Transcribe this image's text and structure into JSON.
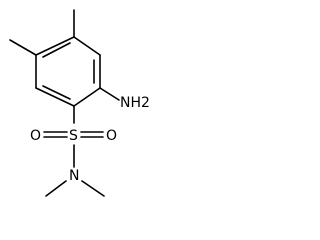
{
  "molecule": {
    "atoms": {
      "amino": "NH2",
      "sulfur": "S",
      "oxygen_left": "O",
      "oxygen_right": "O",
      "nitrogen_amide": "N"
    }
  },
  "colors": {
    "background": "#ffffff",
    "ink": "#000000"
  }
}
